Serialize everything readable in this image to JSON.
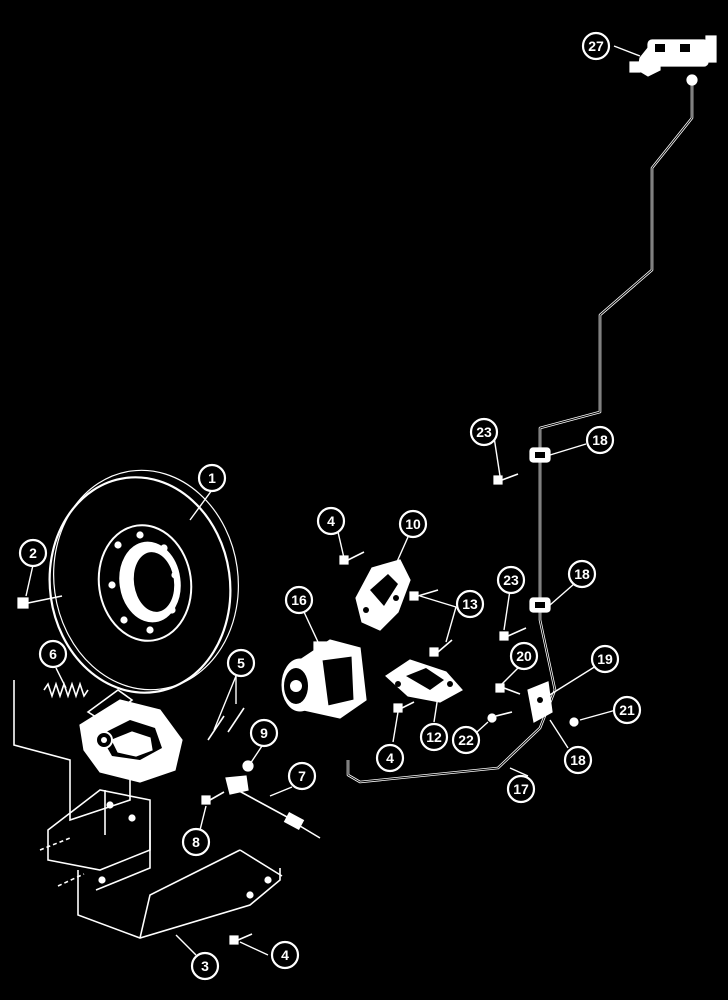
{
  "diagram": {
    "callouts": [
      {
        "id": "c1",
        "label": "1"
      },
      {
        "id": "c2",
        "label": "2"
      },
      {
        "id": "c3",
        "label": "3"
      },
      {
        "id": "c4a",
        "label": "4"
      },
      {
        "id": "c4b",
        "label": "4"
      },
      {
        "id": "c4c",
        "label": "4"
      },
      {
        "id": "c5",
        "label": "5"
      },
      {
        "id": "c6",
        "label": "6"
      },
      {
        "id": "c7",
        "label": "7"
      },
      {
        "id": "c8",
        "label": "8"
      },
      {
        "id": "c9",
        "label": "9"
      },
      {
        "id": "c10",
        "label": "10"
      },
      {
        "id": "c12",
        "label": "12"
      },
      {
        "id": "c13",
        "label": "13"
      },
      {
        "id": "c16",
        "label": "16"
      },
      {
        "id": "c17",
        "label": "17"
      },
      {
        "id": "c18a",
        "label": "18"
      },
      {
        "id": "c18b",
        "label": "18"
      },
      {
        "id": "c18c",
        "label": "18"
      },
      {
        "id": "c19",
        "label": "19"
      },
      {
        "id": "c20",
        "label": "20"
      },
      {
        "id": "c21",
        "label": "21"
      },
      {
        "id": "c22",
        "label": "22"
      },
      {
        "id": "c23a",
        "label": "23"
      },
      {
        "id": "c23b",
        "label": "23"
      },
      {
        "id": "c27",
        "label": "27"
      }
    ]
  }
}
